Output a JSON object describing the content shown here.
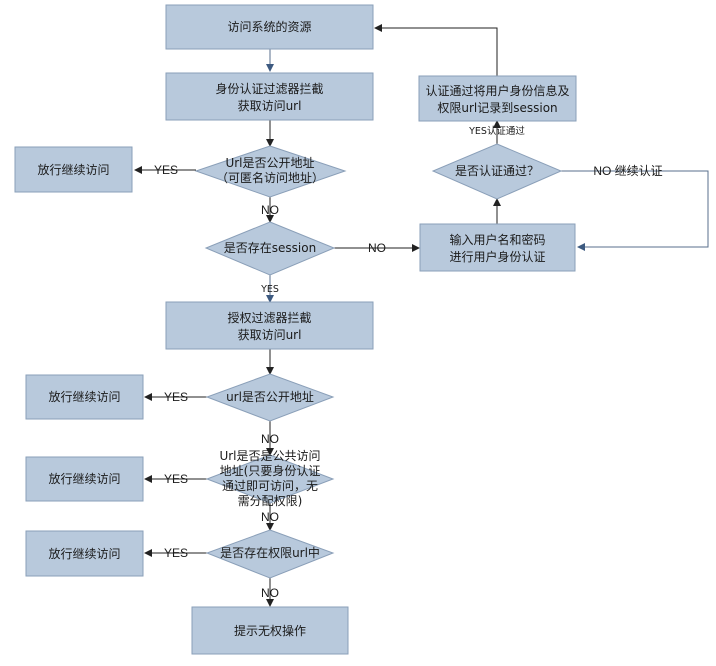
{
  "nodes": {
    "access": "访问系统的资源",
    "auth_filter": [
      "身份认证过滤器拦截",
      "获取访问url"
    ],
    "public_q": [
      "Url是否公开地址",
      "（可匿名访问地址）"
    ],
    "pass1": "放行继续访问",
    "session_q": "是否存在session",
    "login": [
      "输入用户名和密码",
      "进行用户身份认证"
    ],
    "authok_q": "是否认证通过？",
    "record": [
      "认证通过将用户身份信息及",
      "权限url记录到session"
    ],
    "perm_filter": [
      "授权过滤器拦截",
      "获取访问url"
    ],
    "public2_q": "url是否公开地址",
    "pass2": "放行继续访问",
    "common_q": [
      "Url是否是公共访问",
      "地址(只要身份认证",
      "通过即可访问，无",
      "需分配权限)"
    ],
    "pass3": "放行继续访问",
    "perm_q": "是否存在权限url中",
    "pass4": "放行继续访问",
    "deny": "提示无权操作"
  },
  "labels": {
    "yes1": "YES",
    "no1": "NO",
    "no_session": "NO",
    "yes_session": "YES",
    "yes_auth": "YES认证通过",
    "no_auth": "NO 继续认证",
    "yes2": "YES",
    "no2": "NO",
    "yes3": "YES",
    "no3": "NO",
    "yes4": "YES",
    "no4": "NO"
  }
}
